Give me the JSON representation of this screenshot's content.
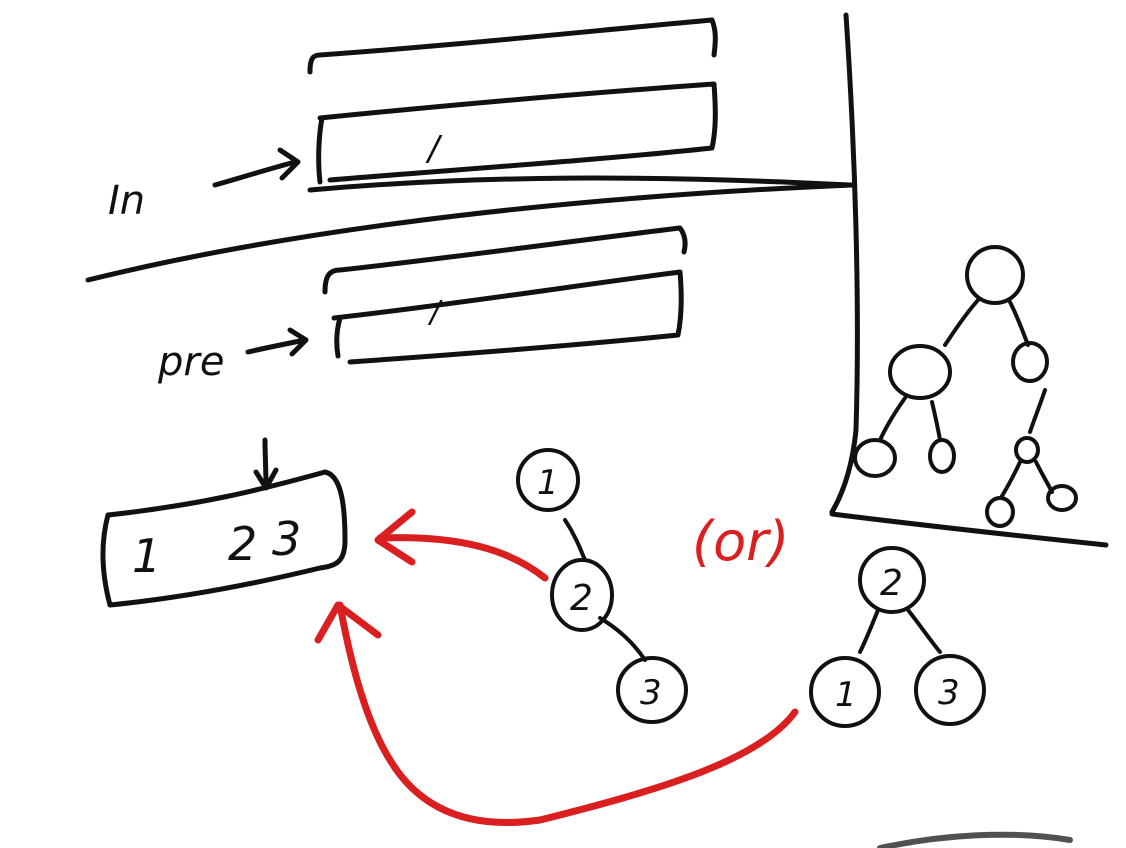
{
  "labels": {
    "in_label": "In",
    "pre_label": "pre",
    "or_label": "(or)"
  },
  "in_array": {
    "mark": "/"
  },
  "pre_array": {
    "mark": "/"
  },
  "result_box": {
    "values": [
      "1",
      "2",
      "3"
    ]
  },
  "skewed_tree": {
    "nodes": [
      "1",
      "2",
      "3"
    ]
  },
  "balanced_tree": {
    "nodes": [
      "2",
      "1",
      "3"
    ]
  },
  "colors": {
    "ink": "#111111",
    "red_ink": "#d91f1f",
    "background": "#ffffff"
  }
}
